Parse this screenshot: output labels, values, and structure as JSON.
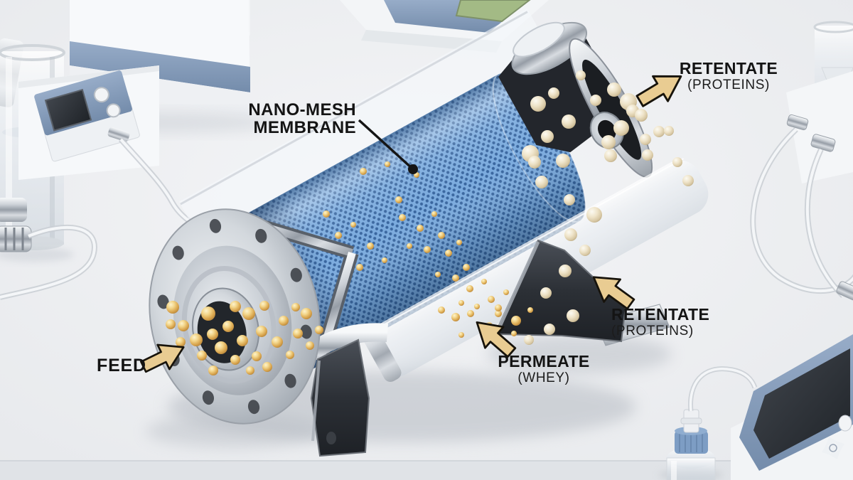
{
  "meta": {
    "description": "Cutaway 3D illustration of a nano-mesh membrane cross-flow filtration module separating a milk feed into protein retentate and whey permeate, on a lab bench with instruments, tubing and bottles."
  },
  "labels": {
    "membrane": {
      "line1": "NANO-MESH",
      "line2": "MEMBRANE"
    },
    "retentate_top": {
      "title": "RETENTATE",
      "subtitle": "(PROTEINS)"
    },
    "retentate_side": {
      "title": "RETENTATE",
      "subtitle": "(PROTEINS)"
    },
    "permeate": {
      "title": "PERMEATE",
      "subtitle": "(WHEY)"
    },
    "feed": {
      "title": "FEED"
    }
  },
  "icons": {
    "feed_arrow": "arrow pointing right into feed flange",
    "retentate_top_arrow": "arrow pointing up-right to retentate label",
    "retentate_side_arrow": "arrow pointing up-left to retentate outlet",
    "permeate_arrow": "arrow pointing up-left to permeate drip",
    "membrane_leader": "leader line with end dot on membrane"
  },
  "colors": {
    "background": "#edeff1",
    "label_text": "#141414",
    "arrow_fill": "#e9cc92",
    "arrow_outline": "#17130b",
    "leader_line": "#151515",
    "membrane_blue": "#7babde",
    "membrane_hole_blue": "#39669f",
    "feed_particle_gold": "#e8bf6a",
    "retentate_particle_cream": "#ece0c4",
    "equipment_panel_blue": "#8ba2c2",
    "metal_light": "#d5dade",
    "metal_dark": "#2c3036"
  }
}
